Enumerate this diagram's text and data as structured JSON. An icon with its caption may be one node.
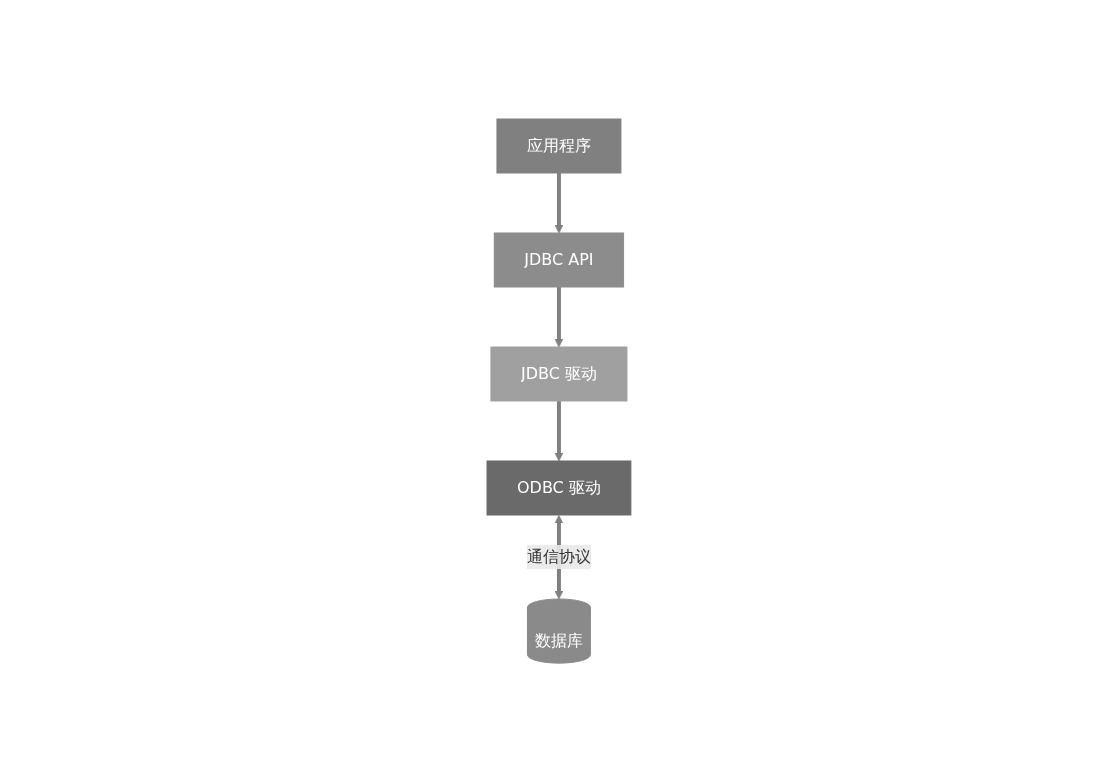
{
  "diagram": {
    "nodes": [
      {
        "text": [
          "应用程序"
        ]
      },
      {
        "text": [
          "JDBC API"
        ]
      },
      {
        "text": [
          "JDBC 驱动"
        ]
      },
      {
        "text": [
          "ODBC 驱动"
        ]
      },
      {
        "text": [
          "数据库"
        ]
      }
    ],
    "edges": [
      {
        "from": 0,
        "to": 1,
        "arrow": "to"
      },
      {
        "from": 1,
        "to": 2,
        "arrow": "to"
      },
      {
        "from": 2,
        "to": 3,
        "arrow": "to"
      },
      {
        "from": 3,
        "to": 4,
        "arrow": "both",
        "label": "通信协议"
      }
    ]
  }
}
